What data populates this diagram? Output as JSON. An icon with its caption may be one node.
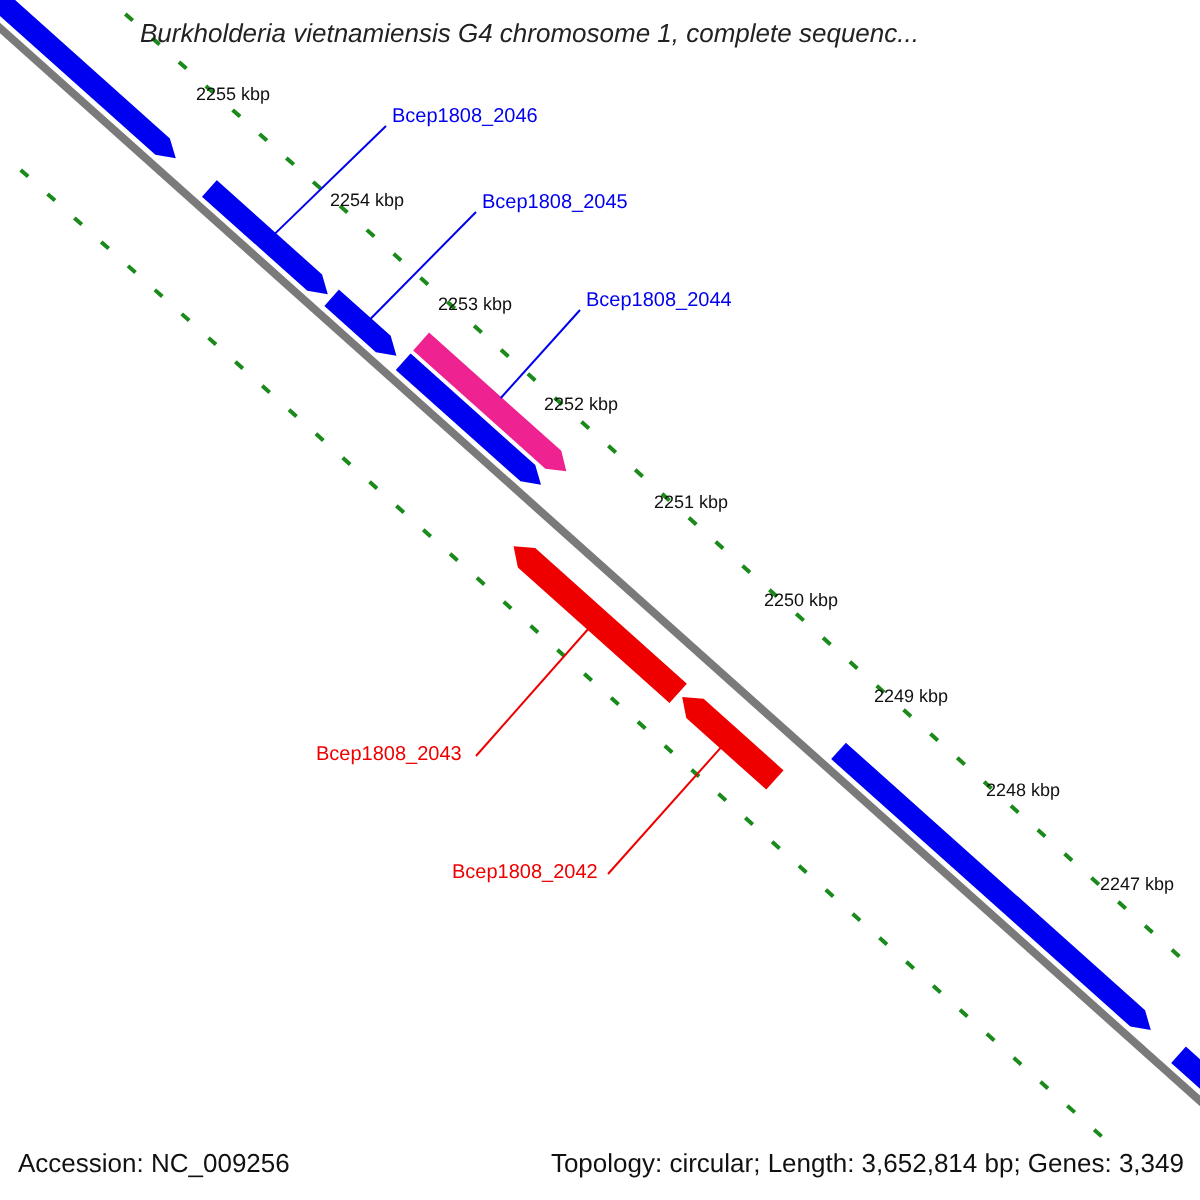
{
  "diagram": {
    "title": "Burkholderia vietnamiensis G4 chromosome 1, complete sequenc...",
    "nodes": [
      {
        "text": [
          "Bcep1808_2046"
        ]
      },
      {
        "text": [
          "Bcep1808_2045"
        ]
      },
      {
        "text": [
          "Bcep1808_2044"
        ]
      },
      {
        "text": [
          "Bcep1808_2043"
        ]
      },
      {
        "text": [
          "Bcep1808_2042"
        ]
      },
      {
        "text": [],
        "shape": "arrow"
      },
      {
        "text": [],
        "shape": "arrow"
      },
      {
        "text": [],
        "shape": "arrow"
      },
      {
        "text": [],
        "shape": "arrow"
      },
      {
        "text": [],
        "shape": "arrow"
      },
      {
        "text": [],
        "shape": "arrow"
      },
      {
        "text": [],
        "shape": "arrow"
      },
      {
        "text": [],
        "shape": "arrow"
      },
      {
        "text": [],
        "shape": "arrow"
      }
    ],
    "edges": [
      {
        "from": 0,
        "to": 6,
        "arrow": "none"
      },
      {
        "from": 1,
        "to": 7,
        "arrow": "none"
      },
      {
        "from": 2,
        "to": 9,
        "arrow": "none"
      },
      {
        "from": 3,
        "to": 10,
        "arrow": "none",
        "color": "#ee0000"
      },
      {
        "from": 4,
        "to": 11,
        "arrow": "none",
        "color": "#ee0000"
      }
    ],
    "labels": [
      "2255 kbp",
      "2254 kbp",
      "2253 kbp",
      "2252 kbp",
      "2251 kbp",
      "2250 kbp",
      "2249 kbp",
      "2248 kbp",
      "2247 kbp",
      "Accession: NC_009256",
      "Topology: circular; Length: 3,652,814 bp; Genes: 3,349"
    ]
  }
}
